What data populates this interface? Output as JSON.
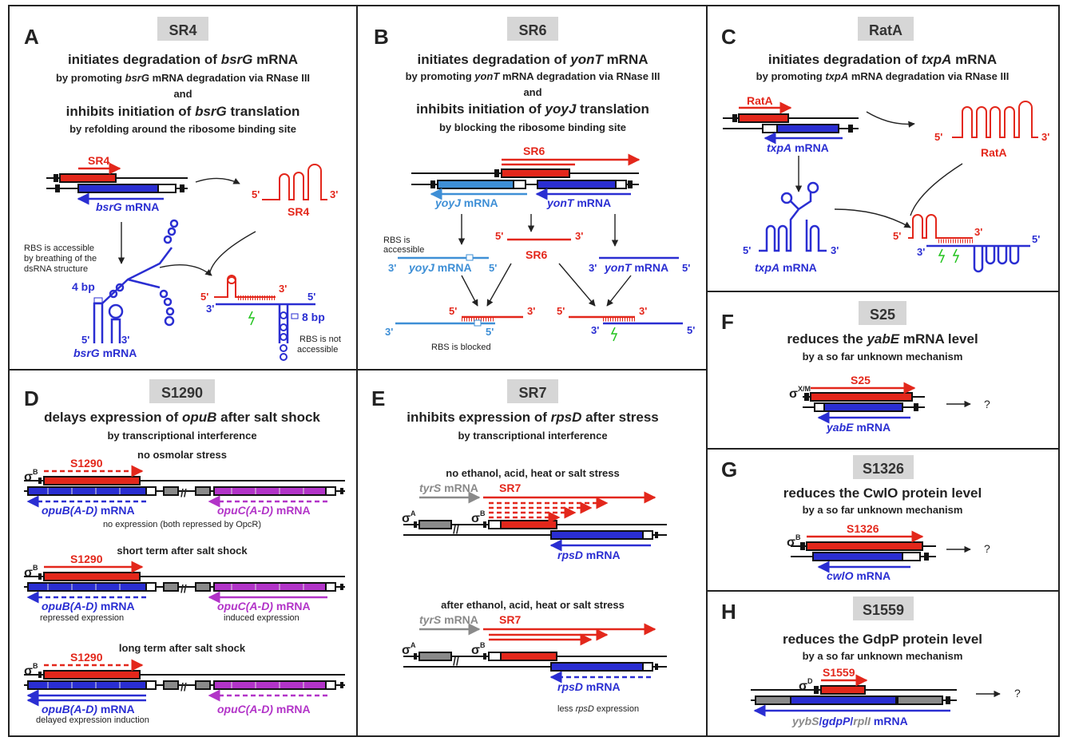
{
  "colors": {
    "red": "#e3271b",
    "blue": "#2a2ed2",
    "lightblue": "#3e8fd6",
    "magenta": "#b234c8",
    "green": "#22c31e",
    "grey": "#8a8a8a",
    "dark": "#222222",
    "tagbg": "#d6d6d6"
  },
  "panels": {
    "A": {
      "letter": "A",
      "tag": "SR4",
      "t1a": "initiates degradation of ",
      "t1b": "bsrG",
      "t1c": " mRNA",
      "s1a": "by promoting ",
      "s1b": "bsrG",
      "s1c": " mRNA degradation via RNase III",
      "and": "and",
      "t2a": "inhibits initiation of ",
      "t2b": "bsrG",
      "t2c": " translation",
      "s2": "by refolding around the ribosome binding site",
      "gene": "SR4",
      "mrna_i": "bsrG",
      "mrna": " mRNA",
      "free5": "5'",
      "free3": "3'",
      "freeName": "SR4",
      "rbsAcc1": "RBS is accessible",
      "rbsAcc2": "by breathing of the",
      "rbsAcc3": "dsRNA structure",
      "bp4": "4 bp",
      "bp8": "8 bp",
      "rbsNot1": "RBS is not",
      "rbsNot2": "accessible"
    },
    "B": {
      "letter": "B",
      "tag": "SR6",
      "t1a": "initiates degradation of ",
      "t1b": "yonT",
      "t1c": " mRNA",
      "s1a": "by promoting ",
      "s1b": "yonT",
      "s1c": " mRNA degradation via RNase III",
      "and": "and",
      "t2a": "inhibits initiation of ",
      "t2b": "yoyJ",
      "t2c": " translation",
      "s2": "by blocking the ribosome binding site",
      "gene": "SR6",
      "yoyJ": "yoyJ",
      "yonT": "yonT",
      "mrna": " mRNA",
      "rbsAcc1": "RBS is",
      "rbsAcc2": "accessible",
      "rbsBlocked": "RBS is blocked"
    },
    "C": {
      "letter": "C",
      "tag": "RatA",
      "t1a": "initiates degradation of ",
      "t1b": "txpA",
      "t1c": " mRNA",
      "s1a": "by promoting ",
      "s1b": "txpA",
      "s1c": " mRNA degradation via RNase III",
      "gene": "RatA",
      "txpA": "txpA",
      "mrna": " mRNA"
    },
    "D": {
      "letter": "D",
      "tag": "S1290",
      "t1a": "delays expression of ",
      "t1b": "opuB",
      "t1c": " after salt shock",
      "s1": "by transcriptional interference",
      "c1": "no osmolar stress",
      "c2": "short term after salt shock",
      "c3": "long term after salt shock",
      "gene": "S1290",
      "sigma": "σ",
      "sigSup": "B",
      "opuB": "opuB(A-D)",
      "opuC": "opuC(A-D)",
      "mrna": " mRNA",
      "n1": "no expression (both repressed by OpcR)",
      "n2a": "repressed expression",
      "n2b": "induced expression",
      "n3": "delayed expression induction"
    },
    "E": {
      "letter": "E",
      "tag": "SR7",
      "t1a": "inhibits expression of ",
      "t1b": "rpsD",
      "t1c": " after stress",
      "s1": "by transcriptional interference",
      "c1": "no ethanol, acid, heat or salt stress",
      "c2": "after ethanol, acid, heat or salt stress",
      "gene": "SR7",
      "tyrS": "tyrS",
      "rpsD": "rpsD",
      "mrna": " mRNA",
      "sigA": "A",
      "sigB": "B",
      "lessA": "less ",
      "lessB": "rpsD",
      "lessC": " expression"
    },
    "F": {
      "letter": "F",
      "tag": "S25",
      "t1a": "reduces the ",
      "t1b": "yabE",
      "t1c": " mRNA level",
      "s1": "by a so far unknown mechanism",
      "gene": "S25",
      "sigSup": "X/M",
      "yabE": "yabE",
      "mrna": " mRNA",
      "q": "?"
    },
    "G": {
      "letter": "G",
      "tag": "S1326",
      "t1": "reduces the CwlO protein level",
      "s1": "by a so far unknown mechanism",
      "gene": "S1326",
      "sigSup": "B",
      "cwlO": "cwlO",
      "mrna": " mRNA",
      "q": "?"
    },
    "H": {
      "letter": "H",
      "tag": "S1559",
      "t1": "reduces the GdpP protein level",
      "s1": "by a so far unknown mechanism",
      "gene": "S1559",
      "sigSup": "D",
      "yybS": "yybS",
      "slash": "/",
      "gdpP": "gdpP",
      "rplI": "rplI",
      "mrna": " mRNA",
      "q": "?"
    }
  }
}
